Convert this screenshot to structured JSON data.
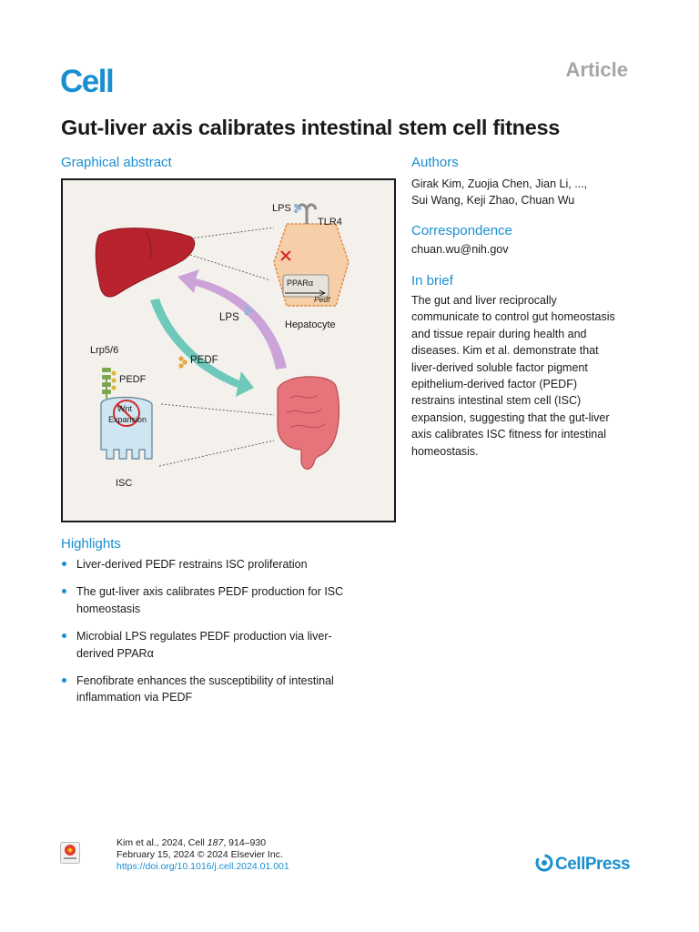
{
  "header": {
    "journal_logo": "Cell",
    "article_type": "Article"
  },
  "title": "Gut-liver axis calibrates intestinal stem cell fitness",
  "graphical_abstract": {
    "heading": "Graphical abstract",
    "labels": {
      "lps_top": "LPS",
      "tlr4": "TLR4",
      "ppar": "PPARα",
      "pedf_gene": "Pedf",
      "hepatocyte": "Hepatocyte",
      "lps_arrow": "LPS",
      "pedf_arrow": "PEDF",
      "lrp": "Lrp5/6",
      "pedf_receptor": "PEDF",
      "wnt": "Wnt",
      "expansion": "Expansion",
      "isc": "ISC"
    }
  },
  "authors": {
    "heading": "Authors",
    "line1": "Girak Kim, Zuojia Chen, Jian Li, ...,",
    "line2": "Sui Wang, Keji Zhao, Chuan Wu"
  },
  "correspondence": {
    "heading": "Correspondence",
    "email": "chuan.wu@nih.gov"
  },
  "in_brief": {
    "heading": "In brief",
    "lines": [
      "The gut and liver reciprocally",
      "communicate to control gut homeostasis",
      "and tissue repair during health and",
      "diseases. Kim et al. demonstrate that",
      "liver-derived soluble factor pigment",
      "epithelium-derived factor (PEDF)",
      "restrains intestinal stem cell (ISC)",
      "expansion, suggesting that the gut-liver",
      "axis calibrates ISC fitness for intestinal",
      "homeostasis."
    ]
  },
  "highlights": {
    "heading": "Highlights",
    "items": [
      [
        "Liver-derived PEDF restrains ISC proliferation"
      ],
      [
        "The gut-liver axis calibrates PEDF production for ISC",
        "homeostasis"
      ],
      [
        "Microbial LPS regulates PEDF production via liver-",
        "derived PPARα"
      ],
      [
        "Fenofibrate enhances the susceptibility of intestinal",
        "inflammation via PEDF"
      ]
    ]
  },
  "footer": {
    "citation_pre": "Kim et al., 2024, Cell ",
    "volume": "187",
    "pages": ", 914–930",
    "date_line": "February 15, 2024 © 2024 Elsevier Inc.",
    "doi": "https://doi.org/10.1016/j.cell.2024.01.001",
    "publisher_logo": "CellPress"
  },
  "colors": {
    "accent": "#1a8fd0",
    "liver": "#b8232e",
    "intestine": "#e8747b",
    "hepatocyte": "#f6cfa8",
    "lps_arrow": "#c79ad6",
    "pedf_arrow": "#5fc4b5",
    "isc_cell": "#cfe6f2",
    "receptor": "#d9b93a"
  },
  "icons": {
    "crossmark": "crossmark-icon",
    "cellpress": "cellpress-icon"
  }
}
